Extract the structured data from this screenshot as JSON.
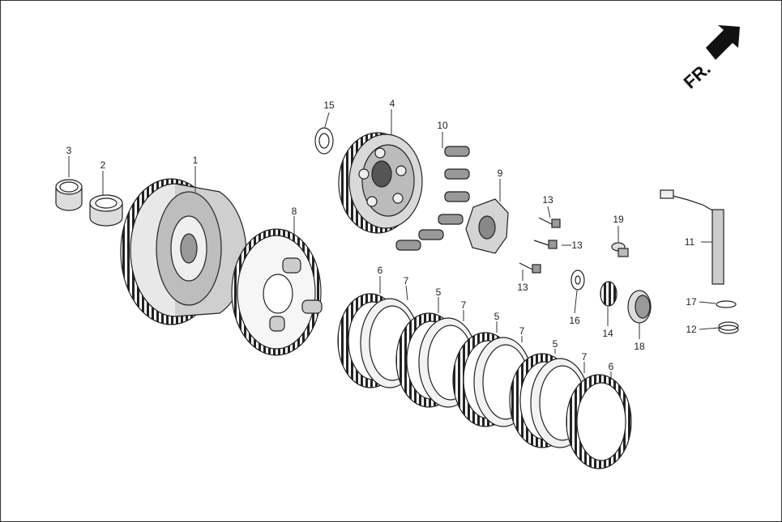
{
  "diagram": {
    "direction_label": "FR.",
    "callouts": [
      {
        "id": "p1",
        "label": "1"
      },
      {
        "id": "p2",
        "label": "2"
      },
      {
        "id": "p3",
        "label": "3"
      },
      {
        "id": "p4",
        "label": "4"
      },
      {
        "id": "p5a",
        "label": "5"
      },
      {
        "id": "p5b",
        "label": "5"
      },
      {
        "id": "p5c",
        "label": "5"
      },
      {
        "id": "p6a",
        "label": "6"
      },
      {
        "id": "p6b",
        "label": "6"
      },
      {
        "id": "p7a",
        "label": "7"
      },
      {
        "id": "p7b",
        "label": "7"
      },
      {
        "id": "p7c",
        "label": "7"
      },
      {
        "id": "p7d",
        "label": "7"
      },
      {
        "id": "p8",
        "label": "8"
      },
      {
        "id": "p9",
        "label": "9"
      },
      {
        "id": "p10",
        "label": "10"
      },
      {
        "id": "p11",
        "label": "11"
      },
      {
        "id": "p12",
        "label": "12"
      },
      {
        "id": "p13a",
        "label": "13"
      },
      {
        "id": "p13b",
        "label": "13"
      },
      {
        "id": "p13c",
        "label": "13"
      },
      {
        "id": "p14",
        "label": "14"
      },
      {
        "id": "p15",
        "label": "15"
      },
      {
        "id": "p16",
        "label": "16"
      },
      {
        "id": "p17",
        "label": "17"
      },
      {
        "id": "p18",
        "label": "18"
      },
      {
        "id": "p19",
        "label": "19"
      }
    ]
  }
}
